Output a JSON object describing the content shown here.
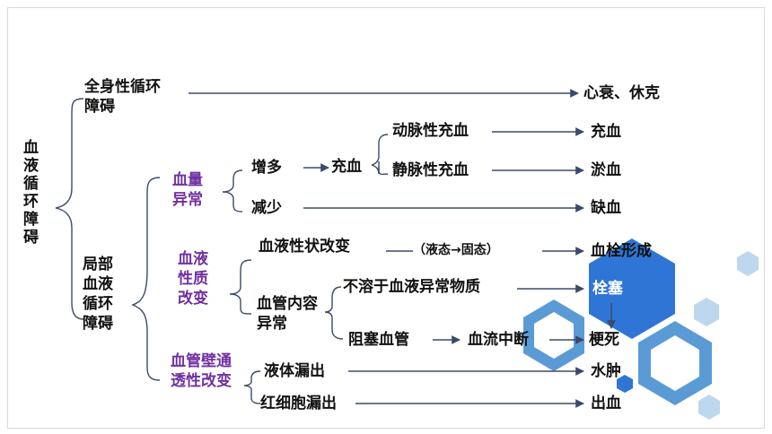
{
  "diagram": {
    "root": "血液循环障碍",
    "systemic": {
      "label": "全身性循环障碍",
      "result": "心衰、休克"
    },
    "local": {
      "label": "局部血液循环障碍"
    },
    "blood_volume": {
      "label": "血量异常",
      "increase": "增多",
      "hyperemia": "充血",
      "arterial": "动脉性充血",
      "arterial_result": "充血",
      "venous": "静脉性充血",
      "venous_result": "淤血",
      "decrease": "减少",
      "decrease_result": "缺血"
    },
    "blood_property": {
      "label": "血液性质改变",
      "state_change": "血液性状改变",
      "state_note": "（液态→固态）",
      "thrombosis": "血栓形成",
      "vessel_content": "血管内容异常",
      "insoluble": "不溶于血液异常物质",
      "embolism": "栓塞",
      "blocking": "阻塞血管",
      "interruption": "血流中断",
      "infarction": "梗死"
    },
    "vascular_permeability": {
      "label": "血管壁通透性改变",
      "fluid": "液体漏出",
      "edema": "水肿",
      "rbc": "红细胞漏出",
      "hemorrhage": "出血"
    }
  },
  "colors": {
    "text": "#111111",
    "purple": "#7030a0",
    "arrow": "#3b4a6b",
    "hex_light": "#bdd7ee",
    "hex_blue": "#2e75d6",
    "hex_mid": "#5b9bd5"
  }
}
